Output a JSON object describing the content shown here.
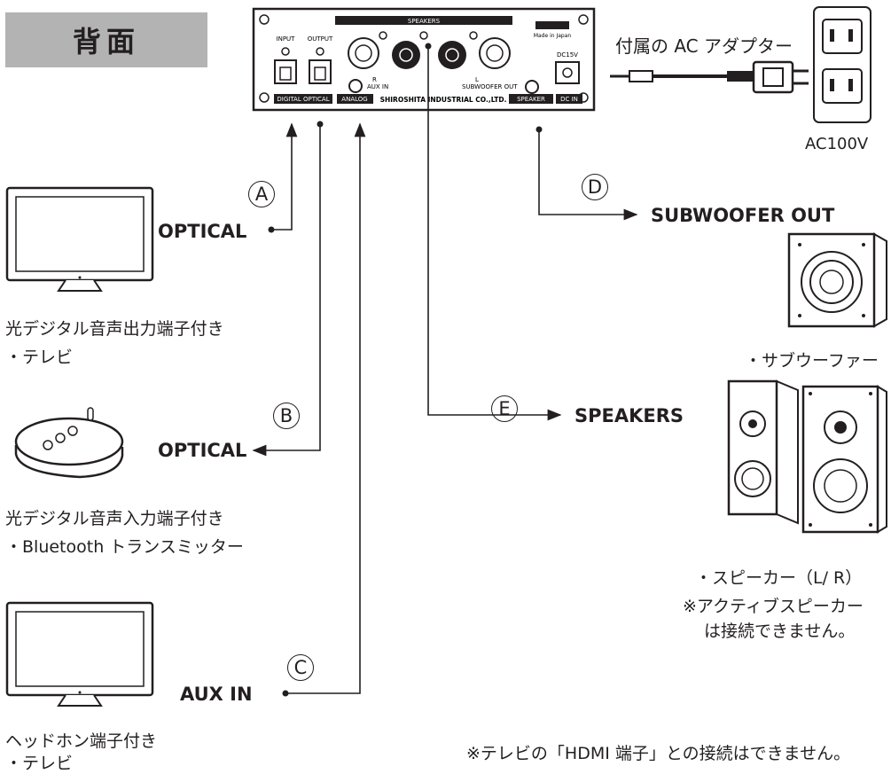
{
  "title": "背面",
  "panel": {
    "speakers_label": "SPEAKERS",
    "input_label": "INPUT",
    "output_label": "OUTPUT",
    "made_in": "Made in Japan",
    "dc_label": "DC15V",
    "aux_in": "AUX IN",
    "subwoofer_out": "SUBWOOFER OUT",
    "r_label": "R",
    "l_label": "L",
    "digital_optical": "DIGITAL OPTICAL",
    "analog": "ANALOG",
    "maker": "SHIROSHITA INDUSTRIAL CO.,LTD.",
    "speaker": "SPEAKER",
    "dc_in": "DC IN"
  },
  "adapter_label": "付属の AC アダプター",
  "outlet_label": "AC100V",
  "markers": {
    "a": "A",
    "b": "B",
    "c": "C",
    "d": "D",
    "e": "E"
  },
  "connections": {
    "a_label": "OPTICAL",
    "b_label": "OPTICAL",
    "c_label": "AUX IN",
    "d_label": "SUBWOOFER OUT",
    "e_label": "SPEAKERS"
  },
  "devices": {
    "tv1_line1": "光デジタル音声出力端子付き",
    "tv1_line2": "・テレビ",
    "bt_line1": "光デジタル音声入力端子付き",
    "bt_line2": "・Bluetooth トランスミッター",
    "tv2_line1": "ヘッドホン端子付き",
    "tv2_line2": "・テレビ",
    "subwoofer": "・サブウーファー",
    "speakers": "・スピーカー（L/ R）",
    "note_active1": "※アクティブスピーカー",
    "note_active2": "は接続できません。"
  },
  "footer_note": "※テレビの「HDMI 端子」との接続はできません。"
}
